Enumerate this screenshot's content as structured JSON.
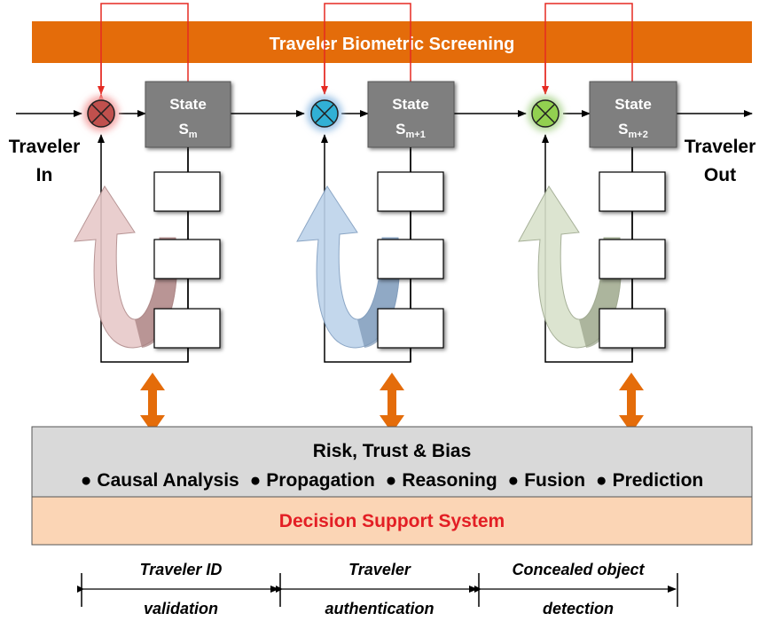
{
  "colors": {
    "banner": "#E46C0A",
    "arrow_red": "#E52A22",
    "state_fill": "#7F7F7F",
    "dss_top": "#D9D9D9",
    "dss_bottom": "#FBD5B5",
    "dss_title": "#E31E24",
    "node1_glow": "#F4A7A7",
    "node2_glow": "#9DC3E6",
    "node3_glow": "#B5D99C",
    "node1_fill": "#C0504D",
    "node2_fill": "#31B0D5",
    "node3_fill": "#92D050",
    "loop1_fill": "#E7C9C9",
    "loop2_fill": "#BDD3EB",
    "loop3_fill": "#D9E2CC"
  },
  "banner": {
    "title": "Traveler Biometric Screening"
  },
  "flow": {
    "in_label": [
      "Traveler",
      "In"
    ],
    "out_label": [
      "Traveler",
      "Out"
    ]
  },
  "stages": [
    {
      "state_label": "State",
      "state_sub": "S",
      "state_index": "m",
      "node_icon": "summing-junction-icon"
    },
    {
      "state_label": "State",
      "state_sub": "S",
      "state_index": "m+1",
      "node_icon": "summing-junction-icon"
    },
    {
      "state_label": "State",
      "state_sub": "S",
      "state_index": "m+2",
      "node_icon": "summing-junction-icon"
    }
  ],
  "dss": {
    "heading": "Risk, Trust & Bias",
    "items": [
      "Causal Analysis",
      "Propagation",
      "Reasoning",
      "Fusion",
      "Prediction"
    ],
    "bullet": "●",
    "title": "Decision Support System"
  },
  "phases": [
    {
      "line1": "Traveler ID",
      "line2": "validation"
    },
    {
      "line1": "Traveler",
      "line2": "authentication"
    },
    {
      "line1": "Concealed object",
      "line2": "detection"
    }
  ]
}
